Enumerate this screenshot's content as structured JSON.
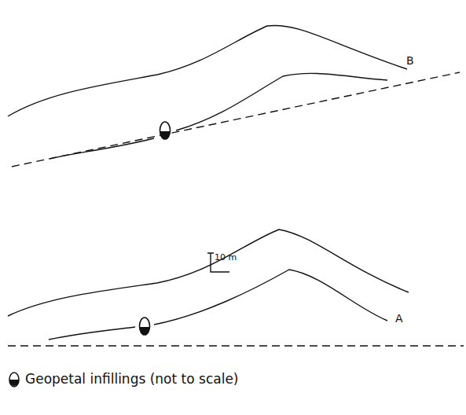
{
  "diagram": {
    "labels": [
      "B",
      "A",
      "10 m"
    ],
    "legend": [
      {
        "text": "Geopetal infillings (not to scale)"
      }
    ]
  }
}
